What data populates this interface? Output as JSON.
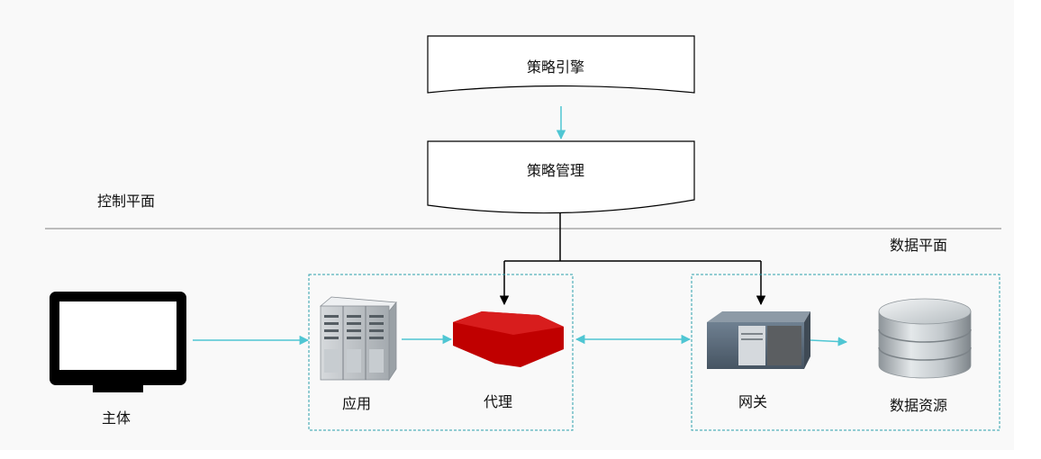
{
  "diagram": {
    "engine_label": "策略引擎",
    "manager_label": "策略管理",
    "control_plane_label": "控制平面",
    "data_plane_label": "数据平面",
    "subject_label": "主体",
    "app_label": "应用",
    "proxy_label": "代理",
    "gateway_label": "网关",
    "resource_label": "数据资源"
  },
  "colors": {
    "arrow": "#4fc6d3",
    "proxy": "#c00000",
    "frame": "#2aa0ab",
    "line": "#000000"
  }
}
